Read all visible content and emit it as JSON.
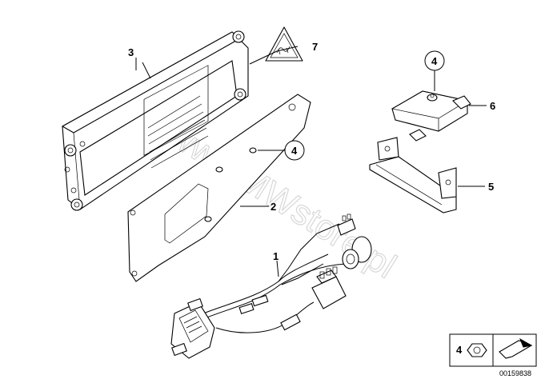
{
  "callouts": [
    "1",
    "2",
    "3",
    "4",
    "5",
    "6",
    "7"
  ],
  "nut_callout": "4",
  "legend_qty": "4",
  "watermark": "www.BMWstore.pl",
  "diagram_id": "00159838"
}
